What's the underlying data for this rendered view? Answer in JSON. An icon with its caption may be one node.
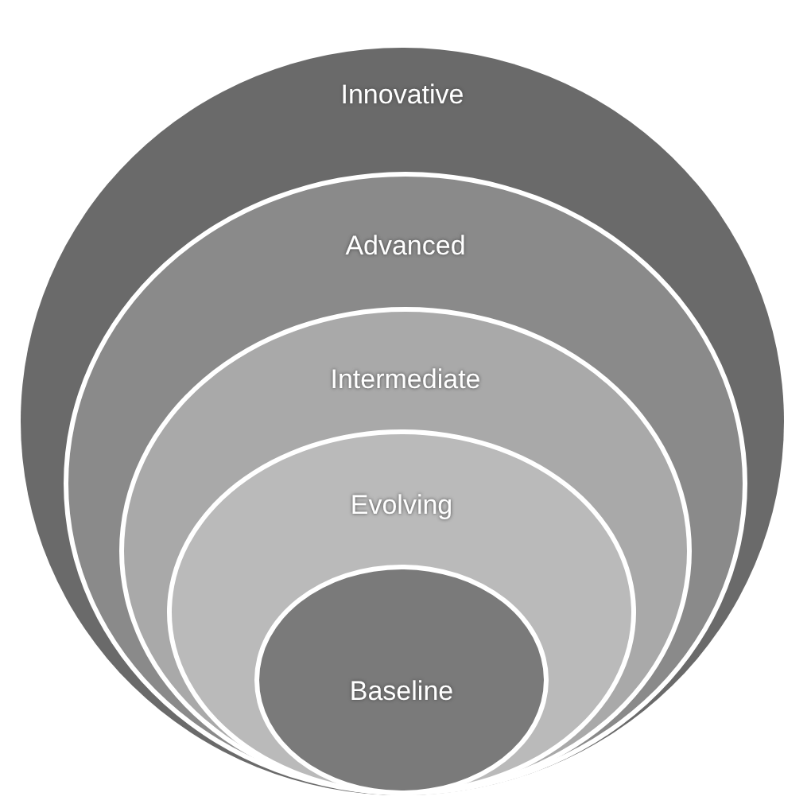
{
  "diagram": {
    "nodes": [
      {
        "text": [
          "Innovative"
        ]
      },
      {
        "text": [
          "Advanced"
        ],
        "in": 0
      },
      {
        "text": [
          "Intermediate"
        ],
        "in": 1
      },
      {
        "text": [
          "Evolving"
        ],
        "in": 2
      },
      {
        "text": [
          "Baseline"
        ],
        "in": 3
      }
    ]
  }
}
